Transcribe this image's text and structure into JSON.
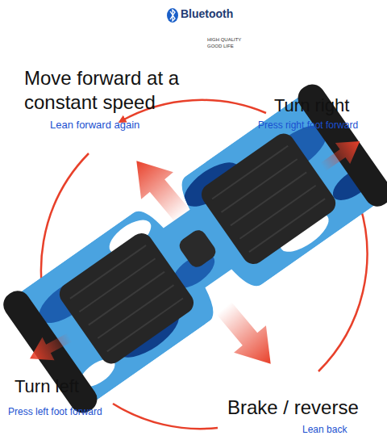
{
  "diagram": {
    "labels": [
      "Bluetooth",
      "HIGH QUALITY GOOD LIFE",
      "Move forward at a constant speed",
      "Lean forward again",
      "Turn right",
      "Press right foot forward",
      "Turn left",
      "Press left foot forward",
      "Brake / reverse",
      "Lean back"
    ]
  }
}
